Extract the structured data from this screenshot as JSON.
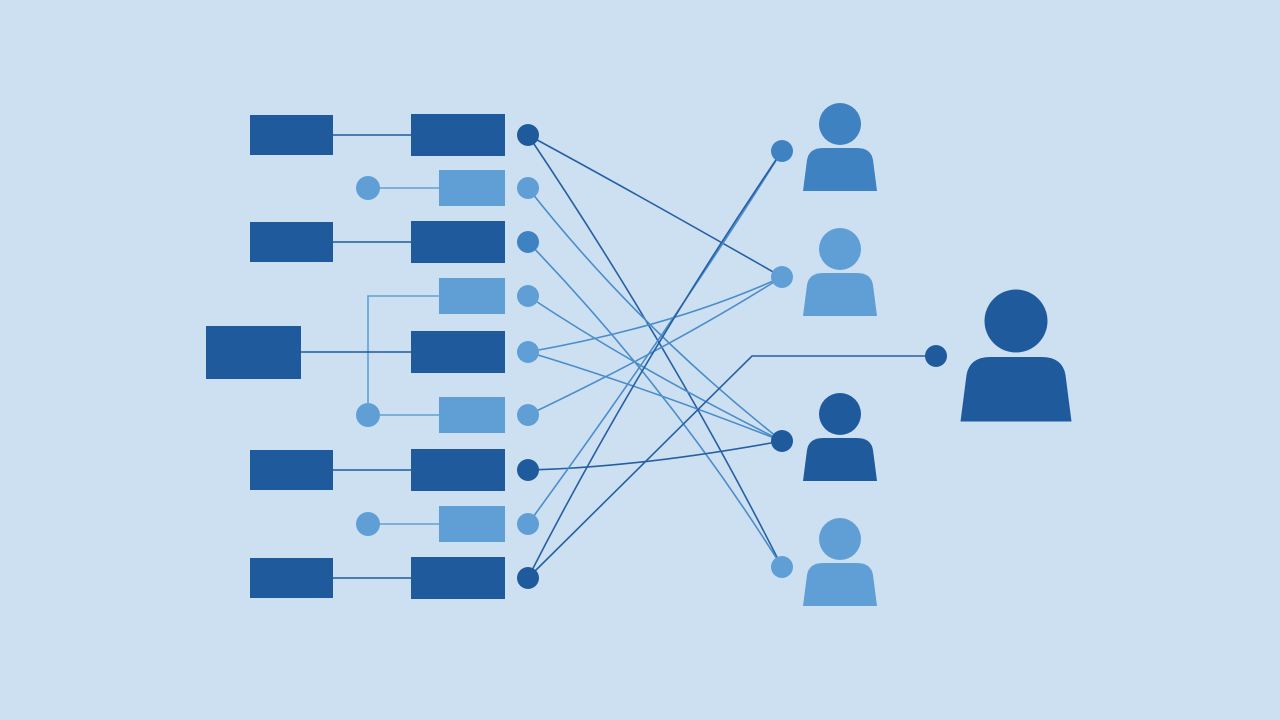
{
  "colors": {
    "background": "#cde0f1",
    "dark": "#1f5b9c",
    "mid": "#3f82c2",
    "light": "#5f9fd6",
    "line_dark": "#2660a3",
    "line_light": "#4b8dcb"
  },
  "diagram": {
    "type": "network-mapping",
    "left_nodes": [
      {
        "id": "L1",
        "tone": "dark",
        "kind": "box-chain"
      },
      {
        "id": "L2",
        "tone": "light",
        "kind": "dot-box"
      },
      {
        "id": "L3",
        "tone": "mid",
        "kind": "box-chain"
      },
      {
        "id": "L4",
        "tone": "light",
        "kind": "bracket-box"
      },
      {
        "id": "L5",
        "tone": "light",
        "kind": "big-box-chain"
      },
      {
        "id": "L6",
        "tone": "light",
        "kind": "dot-box"
      },
      {
        "id": "L7",
        "tone": "dark",
        "kind": "box-chain"
      },
      {
        "id": "L8",
        "tone": "light",
        "kind": "dot-box"
      },
      {
        "id": "L9",
        "tone": "dark",
        "kind": "box-chain"
      }
    ],
    "user_nodes": [
      {
        "id": "U1",
        "icon": "person-icon",
        "tone": "mid"
      },
      {
        "id": "U2",
        "icon": "person-icon",
        "tone": "light"
      },
      {
        "id": "U3",
        "icon": "person-icon",
        "tone": "dark"
      },
      {
        "id": "U4",
        "icon": "person-icon",
        "tone": "light"
      }
    ],
    "main_user": {
      "id": "M",
      "icon": "person-icon",
      "tone": "dark"
    },
    "connections": [
      {
        "from": "L1",
        "to": "U2"
      },
      {
        "from": "L1",
        "to": "U4"
      },
      {
        "from": "L2",
        "to": "U3"
      },
      {
        "from": "L3",
        "to": "U4"
      },
      {
        "from": "L4",
        "to": "U3"
      },
      {
        "from": "L5",
        "to": "U2"
      },
      {
        "from": "L5",
        "to": "U3"
      },
      {
        "from": "L6",
        "to": "U2"
      },
      {
        "from": "L7",
        "to": "U3"
      },
      {
        "from": "L8",
        "to": "U1"
      },
      {
        "from": "L9",
        "to": "U1"
      },
      {
        "from": "L9",
        "to": "M"
      }
    ]
  }
}
